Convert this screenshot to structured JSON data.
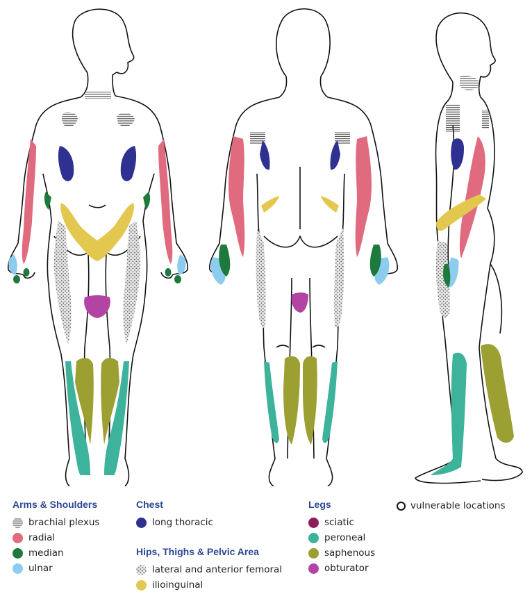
{
  "colors": {
    "outline": "#111111",
    "radial": "#e06a7e",
    "median": "#1e7a3c",
    "ulnar": "#8ccdef",
    "long_thoracic": "#2f3191",
    "ilioinguinal": "#e2c84e",
    "sciatic": "#8e1d57",
    "peroneal": "#3db39b",
    "saphenous": "#9ca032",
    "obturator": "#b444a3",
    "brachial_pattern": "#444444",
    "femoral_pattern": "#8a8a8a",
    "heading": "#2b4796"
  },
  "legend": {
    "arms": {
      "heading": "Arms & Shoulders",
      "items": [
        {
          "label": "brachial plexus",
          "key": "brachial"
        },
        {
          "label": "radial",
          "key": "radial"
        },
        {
          "label": "median",
          "key": "median"
        },
        {
          "label": "ulnar",
          "key": "ulnar"
        }
      ]
    },
    "chest": {
      "heading": "Chest",
      "items": [
        {
          "label": "long thoracic",
          "key": "long_thoracic"
        }
      ]
    },
    "hips": {
      "heading": "Hips, Thighs & Pelvic Area",
      "items": [
        {
          "label": "lateral and anterior femoral",
          "key": "femoral"
        },
        {
          "label": "ilioinguinal",
          "key": "ilioinguinal"
        }
      ]
    },
    "legs": {
      "heading": "Legs",
      "items": [
        {
          "label": "sciatic",
          "key": "sciatic"
        },
        {
          "label": "peroneal",
          "key": "peroneal"
        },
        {
          "label": "saphenous",
          "key": "saphenous"
        },
        {
          "label": "obturator",
          "key": "obturator"
        }
      ]
    },
    "vulnerable_label": "vulnerable locations"
  }
}
